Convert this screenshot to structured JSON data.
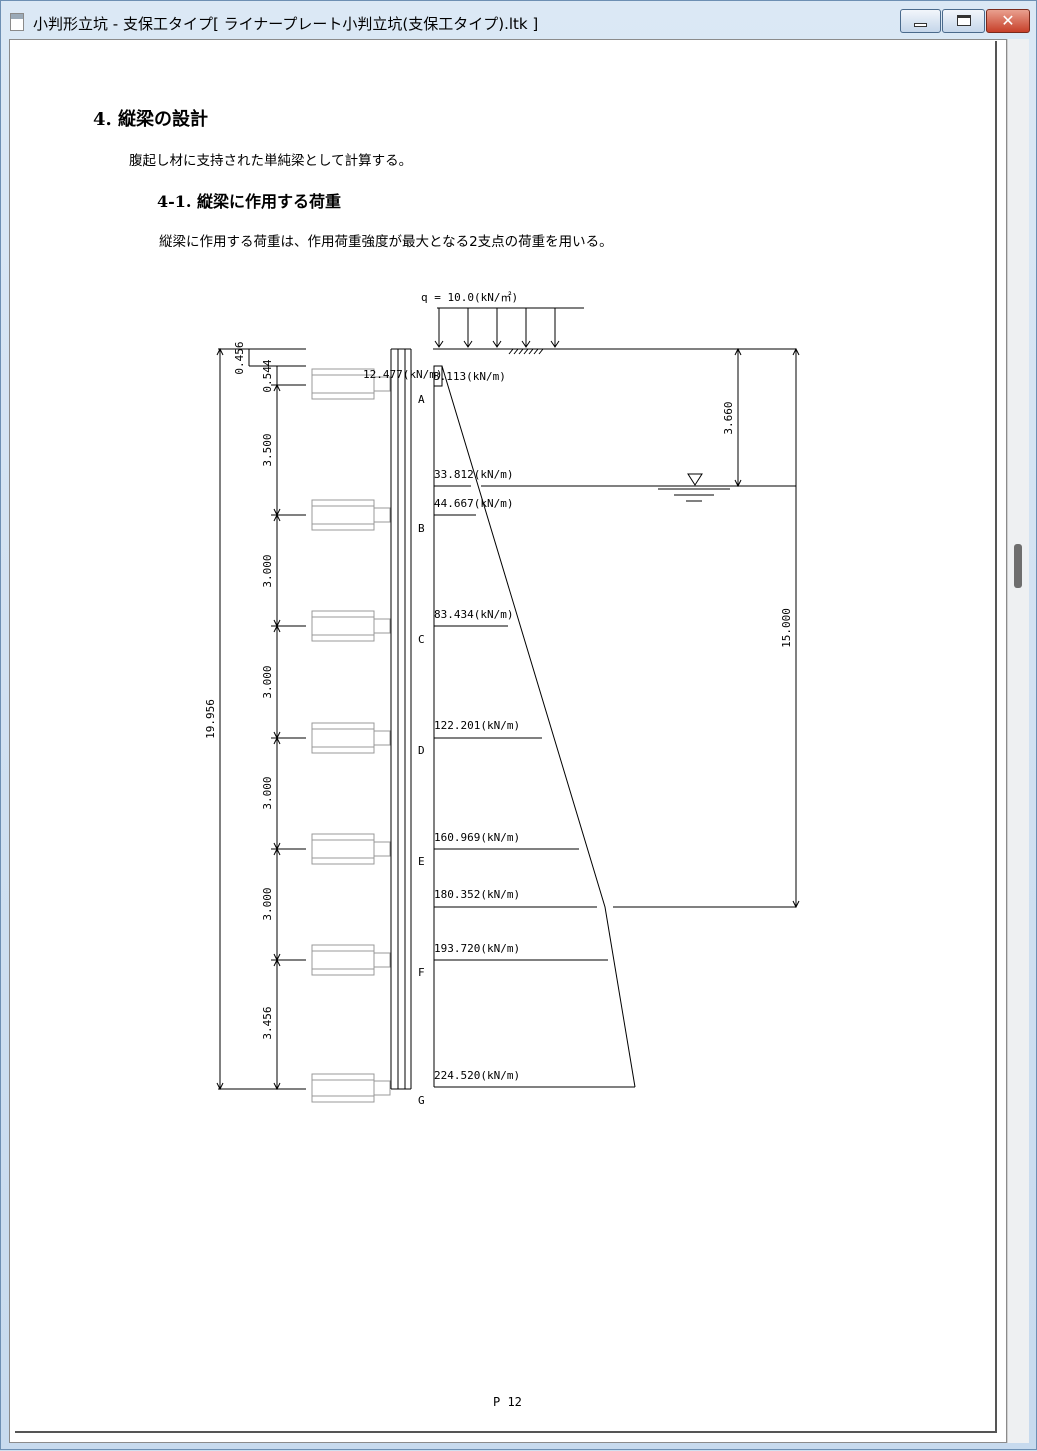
{
  "window": {
    "title": "小判形立坑 - 支保工タイプ[ ライナープレート小判立坑(支保工タイプ).ltk ]",
    "buttons": {
      "close_glyph": "✕"
    }
  },
  "document": {
    "section_title": "4. 縦梁の設計",
    "section_text": "腹起し材に支持された単純梁として計算する。",
    "subsection_title": "4-1. 縦梁に作用する荷重",
    "subsection_text": "縦梁に作用する荷重は、作用荷重強度が最大となる2支点の荷重を用いる。",
    "page_number": "P 12"
  },
  "diagram": {
    "surcharge_label": "q = 10.0(kN/㎡)",
    "support_labels": [
      "A",
      "B",
      "C",
      "D",
      "E",
      "F",
      "G"
    ],
    "left_dims": [
      "0.456",
      "0.544",
      "3.500",
      "3.000",
      "3.000",
      "3.000",
      "3.000",
      "3.456"
    ],
    "total_depth": "19.956",
    "water_level_dim": "3.660",
    "soil_depth_dim": "15.000",
    "top_load_left": "12.477(kN/m)",
    "loads": [
      "8.113(kN/m)",
      "33.812(kN/m)",
      "44.667(kN/m)",
      "83.434(kN/m)",
      "122.201(kN/m)",
      "160.969(kN/m)",
      "180.352(kN/m)",
      "193.720(kN/m)",
      "224.520(kN/m)"
    ]
  }
}
